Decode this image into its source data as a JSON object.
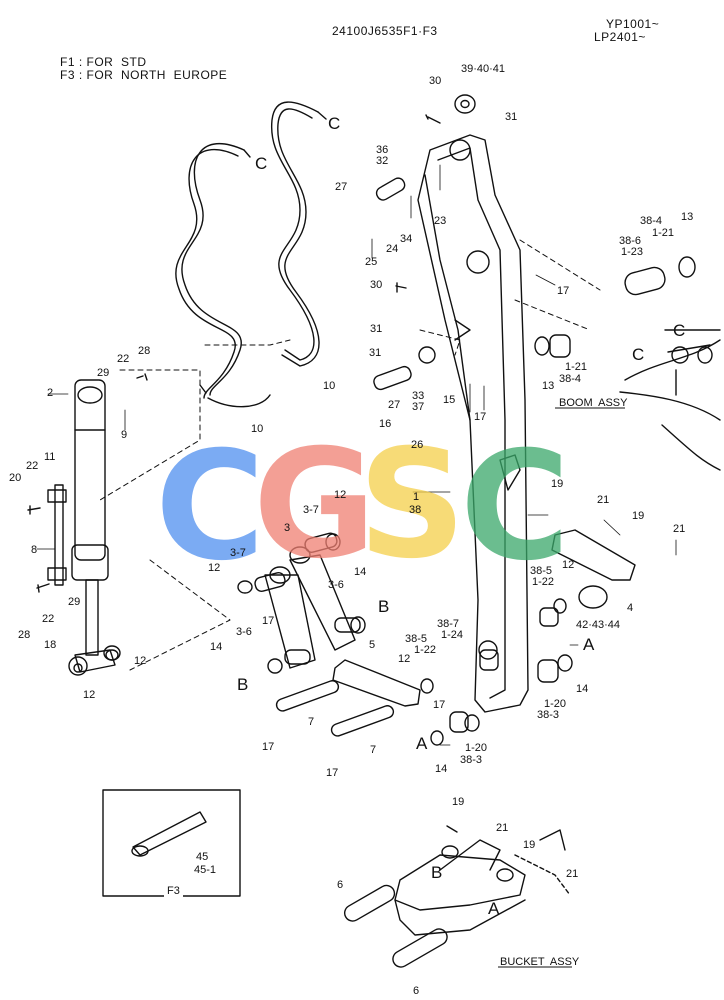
{
  "header": {
    "part_number": "24100J6535F1·F3",
    "serial_1": "YP1001~",
    "serial_2": "LP2401~",
    "note_f1": "F1 : FOR  STD",
    "note_f3": "F3 : FOR  NORTH  EUROPE"
  },
  "watermark": {
    "letters": [
      "C",
      "G",
      "S",
      "C"
    ],
    "colors": [
      "#4f8ff0",
      "#ef7f72",
      "#f5cf4a",
      "#3aa86a"
    ]
  },
  "assembly_labels": {
    "boom": "BOOM  ASSY",
    "bucket": "BUCKET  ASSY",
    "f3_box": "F3"
  },
  "callouts": {
    "hose_c1": "C",
    "hose_c2": "C",
    "boom_c1": "C",
    "boom_c2": "C",
    "a1": "A",
    "a2": "A",
    "a3": "A",
    "b1": "B",
    "b2": "B",
    "b3": "B",
    "p39": "39·40·41",
    "p30a": "30",
    "p31a": "31",
    "p36": "36",
    "p32": "32",
    "p27a": "27",
    "p23": "23",
    "p25": "25",
    "p24": "24",
    "p34": "34",
    "p38_4a": "38-4",
    "p1_21a": "1-21",
    "p13a": "13",
    "p38_6": "38-6",
    "p1_23": "1-23",
    "p17a": "17",
    "p30b": "30",
    "p31b": "31",
    "p31c": "31",
    "p33": "33",
    "p37": "37",
    "p15": "15",
    "p17b": "17",
    "p1_21b": "1-21",
    "p38_4b": "38-4",
    "p13b": "13",
    "p27b": "27",
    "p16": "16",
    "p26": "26",
    "p10a": "10",
    "p10b": "10",
    "p22a": "22",
    "p28a": "28",
    "p29a": "29",
    "p2": "2",
    "p9": "9",
    "p11": "11",
    "p22b": "22",
    "p20": "20",
    "p8": "8",
    "p28b": "28",
    "p22c": "22",
    "p29b": "29",
    "p18": "18",
    "p12a": "12",
    "p12b": "12",
    "p1": "1",
    "p38": "38",
    "p19a": "19",
    "p21a": "21",
    "p19b": "19",
    "p21b": "21",
    "p12c": "12",
    "p3_7a": "3-7",
    "p3": "3",
    "p12d": "12",
    "p3_7b": "3-7",
    "p3_6a": "3-6",
    "p14a": "14",
    "p17c": "17",
    "p3_6b": "3-6",
    "p14b": "14",
    "p5": "5",
    "p38_5a": "38-5",
    "p1_22a": "1-22",
    "p12e": "12",
    "p4": "4",
    "p42": "42·43·44",
    "p38_7": "38-7",
    "p1_24": "1-24",
    "p38_5b": "38-5",
    "p1_22b": "1-22",
    "p12f": "12",
    "p17d": "17",
    "p7a": "7",
    "p7b": "7",
    "p17e": "17",
    "p17f": "17",
    "p14c": "14",
    "p1_20a": "1-20",
    "p38_3a": "38-3",
    "p14d": "14",
    "p1_20b": "1-20",
    "p38_3b": "38-3",
    "p45": "45",
    "p45_1": "45-1",
    "p19c": "19",
    "p21c": "21",
    "p19d": "19",
    "p21d": "21",
    "p6a": "6",
    "p6b": "6"
  }
}
